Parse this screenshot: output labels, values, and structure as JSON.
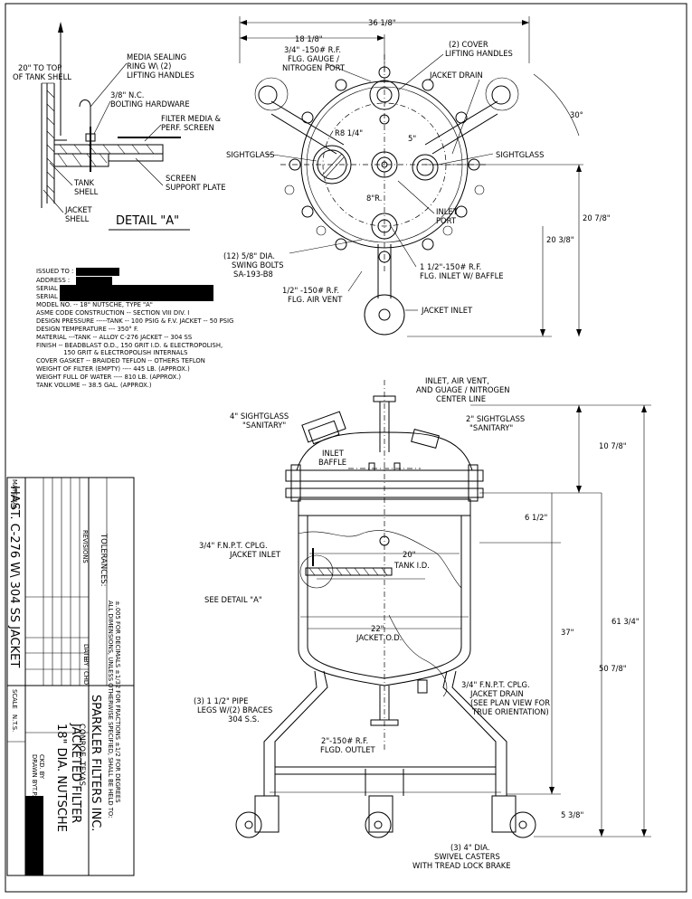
{
  "plan": {
    "dim_36": "36 1/8\"",
    "dim_18": "18 1/8\"",
    "gauge_port": [
      "3/4\" -150# R.F.",
      "FLG. GAUGE /",
      "NITROGEN PORT"
    ],
    "cover_handles": [
      "(2) COVER",
      "LIFTING HANDLES"
    ],
    "jacket_drain": "JACKET DRAIN",
    "angle_30": "30°",
    "r8": "R8 1/4\"",
    "dim_5": "5\"",
    "sightglass_left": "SIGHTGLASS",
    "sightglass_right": "SIGHTGLASS",
    "r8_small": "8\"R.",
    "inlet_port": [
      "INLET",
      "PORT"
    ],
    "dim_20_78": "20 7/8\"",
    "dim_20_38": "20 3/8\"",
    "swing_bolts": [
      "(12) 5/8\" DIA.",
      "SWING BOLTS",
      "SA-193-B8"
    ],
    "flg_inlet": [
      "1 1/2\"-150# R.F.",
      "FLG. INLET W/ BAFFLE"
    ],
    "air_vent": [
      "1/2\" -150# R.F.",
      "FLG. AIR VENT"
    ],
    "jacket_inlet": "JACKET INLET"
  },
  "detail": {
    "top_shell": [
      "20\" TO TOP",
      "OF TANK SHELL"
    ],
    "media_ring": [
      "MEDIA SEALING",
      "RING W\\ (2)",
      "LIFTING HANDLES"
    ],
    "bolting": [
      "3/8\" N.C.",
      "BOLTING HARDWARE"
    ],
    "filter_media": [
      "FILTER MEDIA &",
      "PERF. SCREEN"
    ],
    "screen_support": [
      "SCREEN",
      "SUPPORT PLATE"
    ],
    "tank_shell": [
      "TANK",
      "SHELL"
    ],
    "jacket_shell": [
      "JACKET",
      "SHELL"
    ],
    "title": "DETAIL \"A\""
  },
  "specs": [
    "ISSUED TO :",
    "ADDRESS :",
    "SERIAL NO. -",
    "SERIAL NO. -",
    "MODEL NO. -- 18\" NUTSCHE, TYPE \"A\"",
    "ASME CODE CONSTRUCTION -- SECTION VIII DIV. I",
    "DESIGN PRESSURE -----TANK -- 100 PSIG & F.V.   JACKET -- 50 PSIG",
    "DESIGN TEMPERATURE --- 350° F.",
    "MATERIAL ---TANK -- ALLOY C-276     JACKET -- 304 SS",
    "FINISH -- BEADBLAST O.D., 150 GRIT I.D. & ELECTROPOLISH,",
    "              150 GRIT & ELECTROPOLISH INTERNALS",
    "COVER GASKET -- BRAIDED TEFLON -- OTHERS TEFLON",
    "WEIGHT OF FILTER (EMPTY) ---- 445 LB. (APPROX.)",
    "WEIGHT FULL OF WATER ---- 810 LB. (APPROX.)",
    "TANK VOLUME -- 38.5 GAL. (APPROX.)"
  ],
  "elevation": {
    "top_note": [
      "INLET, AIR VENT,",
      "AND GUAGE / NITROGEN",
      "CENTER LINE"
    ],
    "sg4": [
      "4\" SIGHTGLASS",
      "\"SANITARY\""
    ],
    "sg2": [
      "2\" SIGHTGLASS",
      "\"SANITARY\""
    ],
    "inlet_baffle": [
      "INLET",
      "BAFFLE"
    ],
    "dim_10_78": "10 7/8\"",
    "dim_6_12": "6 1/2\"",
    "cplg_inlet": [
      "3/4\" F.N.P.T. CPLG.",
      "JACKET INLET"
    ],
    "dim_20": "20\"",
    "tank_id": "TANK I.D.",
    "see_detail": "SEE DETAIL \"A\"",
    "dim_37": "37\"",
    "dim_61": "61 3/4\"",
    "dim_22": "22\"",
    "jacket_od": "JACKET O.D.",
    "dim_50": "50 7/8\"",
    "legs": [
      "(3) 1 1/2\" PIPE",
      "LEGS W/(2) BRACES",
      "304 S.S."
    ],
    "cplg_drain": [
      "3/4\" F.N.P.T. CPLG.",
      "JACKET DRAIN",
      "(SEE PLAN VIEW FOR",
      "TRUE ORIENTATION)"
    ],
    "outlet": [
      "2\"-150# R.F.",
      "FLGD. OUTLET"
    ],
    "dim_5_38": "5 3/8\"",
    "casters": [
      "(3) 4\" DIA.",
      "SWIVEL CASTERS",
      "WITH TREAD LOCK BRAKE"
    ]
  },
  "title_block": {
    "material_label": "MATERIAL",
    "material": "HAST. C-276 W\\ 304 SS JACKET",
    "revisions": "REVISIONS",
    "tolerances": "TOLERANCES:",
    "tol_note1": "ALL DIMENSIONS, UNLESS OTHERWISE SPECIFIED, SHALL BE HELD TO:",
    "tol_note2": "±.005 FOR DECIMALS ±1/32 FOR FRACTIONS ±1/2 FOR DEGREES",
    "date": "DATE",
    "by": "BY",
    "chkd": "CHD.",
    "company": "SPARKLER FILTERS INC.",
    "city": "CONROE, TEXAS",
    "scale_label": "SCALE",
    "scale": "N.T.S.",
    "drawn_by": "DRAWN BY",
    "drawn_val": "T.P.",
    "ckd_by": "CKD. BY",
    "title1": "18\" DIA. NUTSCHE",
    "title2": "JACKETED FILTER"
  }
}
